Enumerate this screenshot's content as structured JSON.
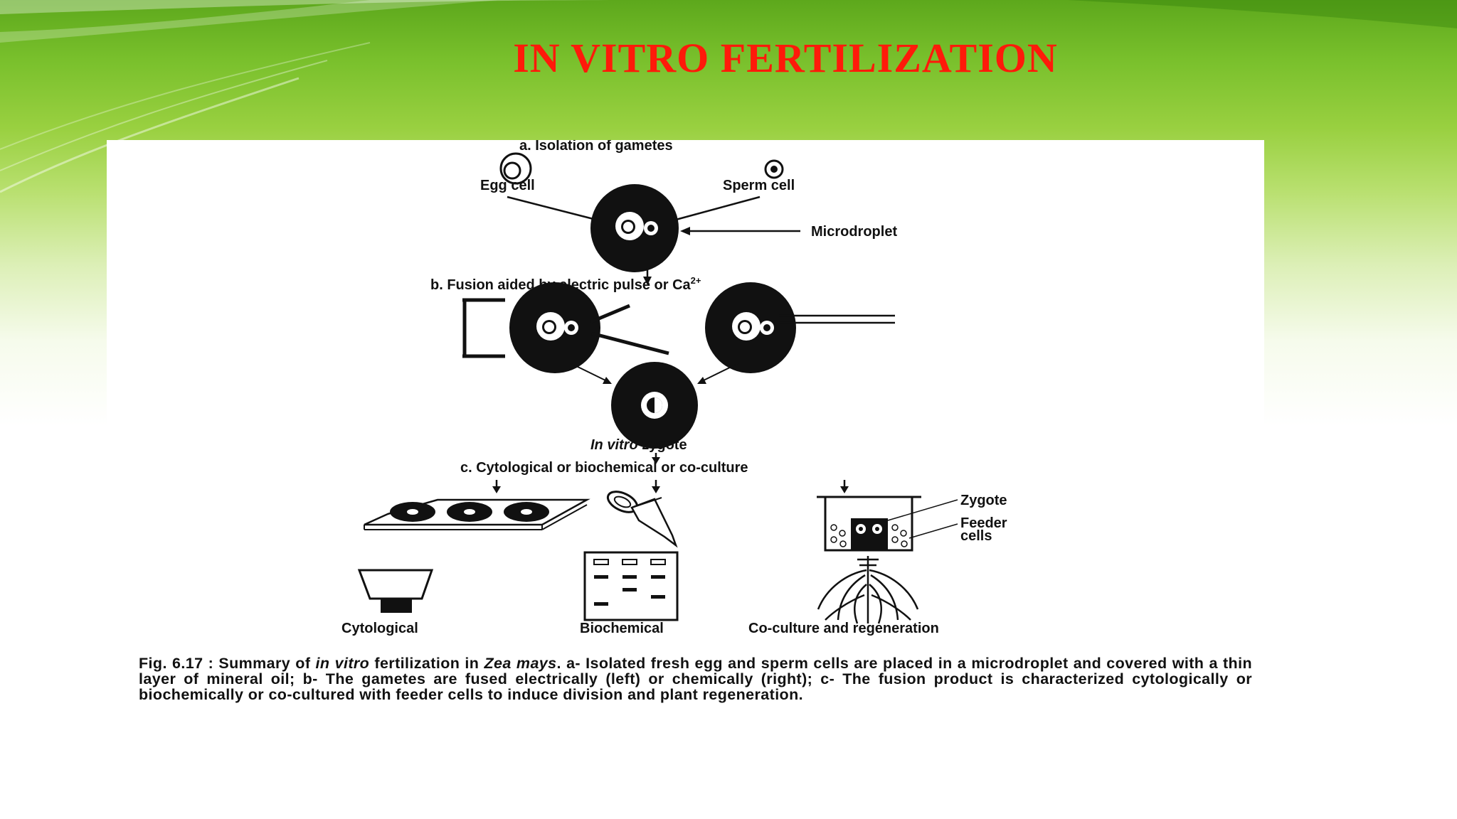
{
  "slide": {
    "title": "IN VITRO FERTILIZATION",
    "colors": {
      "title": "#ff1a0a",
      "bg_green": "#79c02c"
    }
  },
  "figure": {
    "section_a": {
      "heading": "a. Isolation of gametes",
      "egg_label": "Egg cell",
      "sperm_label": "Sperm cell",
      "microdroplet_label": "Microdroplet"
    },
    "section_b": {
      "heading": "b. Fusion aided by electric pulse or Ca",
      "heading_sup": "2+",
      "zygote_label_italic": "In vitro",
      "zygote_label_rest": " zygote"
    },
    "section_c": {
      "heading": "c. Cytological or biochemical or co-culture",
      "zygote_label": "Zygote",
      "feeder_label_1": "Feeder",
      "feeder_label_2": "cells",
      "cytological_label": "Cytological",
      "biochemical_label": "Biochemical",
      "coculture_label": "Co-culture and regeneration"
    },
    "caption": {
      "part1": "Fig. 6.17 : Summary of ",
      "part2_italic": "in vitro",
      "part3": " fertilization in ",
      "part4_italic": "Zea mays",
      "part5": ". a- Isolated fresh egg and sperm cells are placed in a microdroplet and covered with a thin layer of mineral oil; b- The gametes are fused electrically (left) or chemically (right); c- The fusion product is characterized cytologically or biochemically or co-cultured with feeder cells to induce division and plant regeneration."
    }
  }
}
